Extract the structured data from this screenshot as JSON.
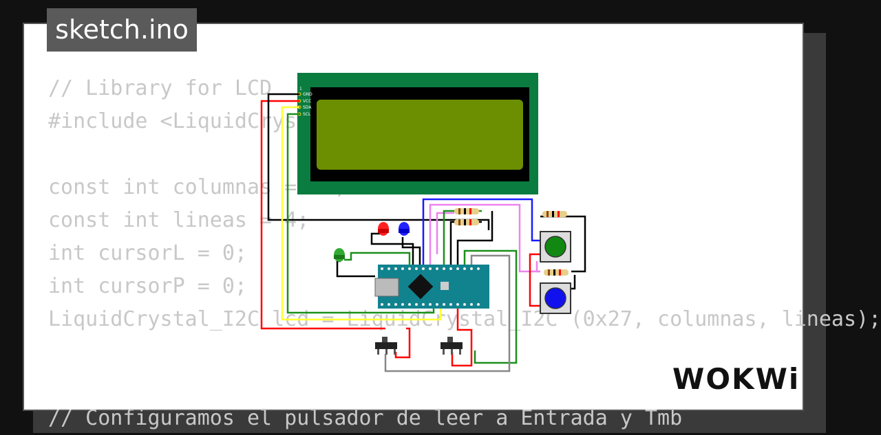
{
  "tab": {
    "title": "sketch.ino"
  },
  "code_lines": [
    "// Library for LCD",
    "#include <LiquidCrystal_I2C.h>",
    "",
    "const int columnas = 20;",
    "const int lineas = 4;",
    "int cursorL = 0;",
    "int cursorP = 0;",
    "LiquidCrystal_I2C lcd = LiquidCrystal_I2C (0x27, columnas, lineas);",
    "",
    "",
    "// Configuramos el pulsador de leer a Entrada y Tmb"
  ],
  "lcd_pins": [
    "1",
    "GND",
    "VCC",
    "SDA",
    "SCL"
  ],
  "brand": {
    "name": "WOKWi"
  },
  "colors": {
    "pcb_green": "#0b7c40",
    "lcd_screen": "#6b8f00",
    "arduino_board": "#11838f",
    "wire_red": "#ff0000",
    "wire_yellow": "#ffff33",
    "wire_green": "#1a8f1a",
    "wire_black": "#000000",
    "wire_blue": "#1a1aff",
    "wire_violet": "#ee82ee",
    "wire_gray": "#888888"
  }
}
